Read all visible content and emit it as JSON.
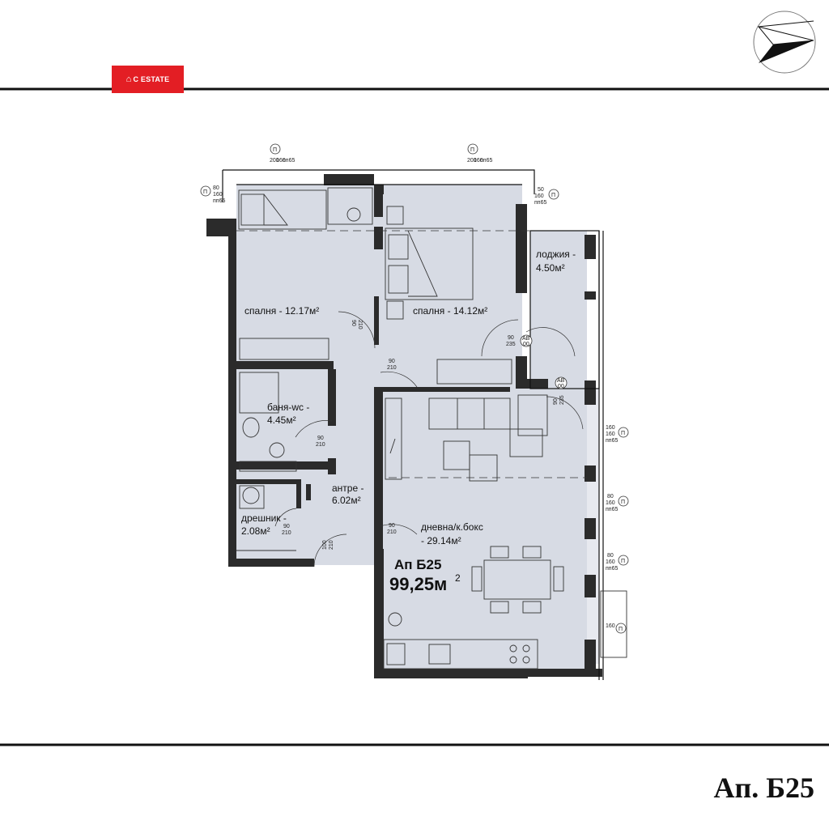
{
  "brand": {
    "logo_text": "C ESTATE",
    "logo_mark": "⌂"
  },
  "apartment_title": "Ап. Б25",
  "plan_badge": {
    "name": "Ап Б25",
    "area": "99,25м",
    "area_sup": "2"
  },
  "rooms": {
    "bedroom1": "спалня - 12.17м²",
    "bedroom2": "спалня - 14.12м²",
    "loggia_name": "лоджия -",
    "loggia_area": "4.50м²",
    "bath_name": "баня-wc -",
    "bath_area": "4.45м²",
    "hall_name": "антре -",
    "hall_area": "6.02м²",
    "closet_name": "дрешник -",
    "closet_area": "2.08м²",
    "living_name": "дневна/к.бокс",
    "living_area": "- 29.14м²"
  },
  "doors": {
    "d1_w": "90",
    "d1_h": "210",
    "d2_w": "90",
    "d2_h": "210",
    "d3_w": "90",
    "d3_h": "210",
    "d4_w": "90",
    "d4_h": "210",
    "d5_w": "100",
    "d5_h": "210",
    "d6_w": "90",
    "d6_h": "210",
    "ab1_w": "90",
    "ab1_h": "235",
    "ab1_tag": "AB",
    "ab1_num": "00",
    "ab2_w": "90",
    "ab2_h": "235",
    "ab2_tag": "AB",
    "ab2_num": "00"
  },
  "windows": {
    "tag": "П",
    "top_left": [
      "200",
      "160",
      "пп65"
    ],
    "top_right": [
      "200",
      "160",
      "пп65"
    ],
    "left": [
      "80",
      "160",
      "пп65"
    ],
    "right_top": [
      "50",
      "160",
      "пп65"
    ],
    "right1": [
      "160",
      "160",
      "пп65"
    ],
    "right2": [
      "80",
      "160",
      "пп65"
    ],
    "right3": [
      "80",
      "160",
      "пп65"
    ],
    "right4": [
      "160"
    ]
  },
  "colors": {
    "floor": "#d7dbe4",
    "wall": "#2b2b2b",
    "accent_red": "#e31e24",
    "line": "#111111"
  }
}
